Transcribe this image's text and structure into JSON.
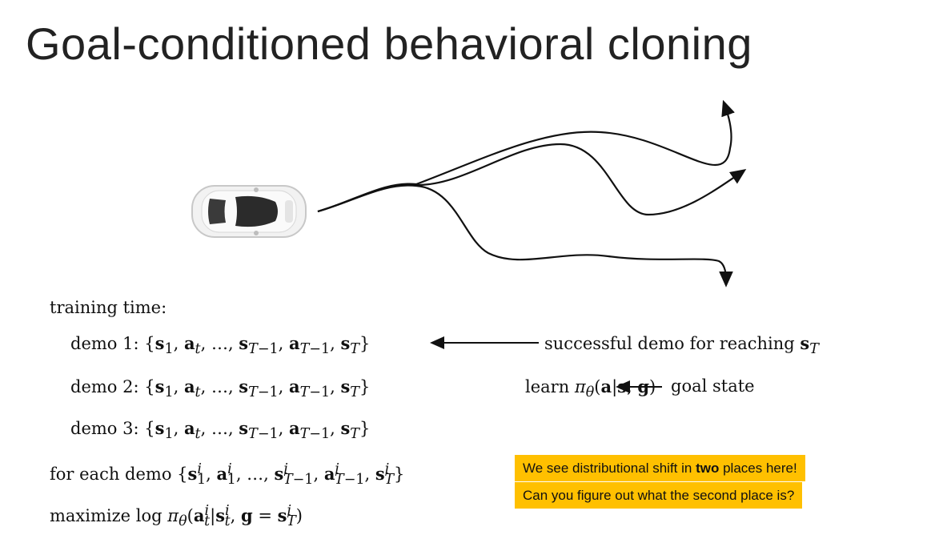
{
  "slide": {
    "title": "Goal-conditioned behavioral cloning",
    "training_label": "training time:",
    "demos": [
      {
        "label": "demo 1:",
        "sequence": "{s1, at, ..., sT-1, aT-1, sT}"
      },
      {
        "label": "demo 2:",
        "sequence": "{s1, at, ..., sT-1, aT-1, sT}"
      },
      {
        "label": "demo 3:",
        "sequence": "{s1, at, ..., sT-1, aT-1, sT}"
      }
    ],
    "annotation_success": "successful demo for reaching",
    "annotation_learn": "learn",
    "annotation_goal": "goal state",
    "for_each": "for each demo",
    "maximize": "maximize log",
    "callouts": [
      {
        "pre": "We see distributional shift in ",
        "bold": "two",
        "post": " places here!"
      },
      {
        "text": "Can you figure out what the second place is?"
      }
    ],
    "colors": {
      "callout_bg": "#ffc000",
      "text": "#111111"
    },
    "icons": [
      "car-top-view-icon"
    ]
  }
}
